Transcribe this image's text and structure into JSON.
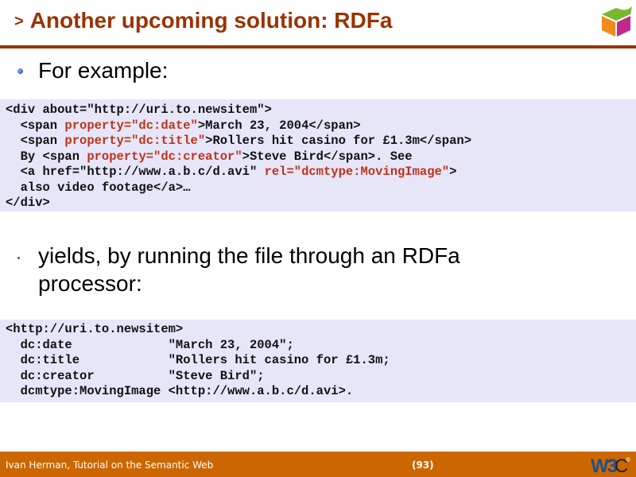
{
  "slide": {
    "title_marker": ">",
    "title": "Another upcoming solution: RDFa",
    "logo_icon": "colored-cube-logo",
    "colors": {
      "title": "#993300",
      "rule": "#993300",
      "code_bg": "#e6e6f8",
      "attr_highlight": "#c0321a",
      "footer_bg": "#cc6600",
      "footer_text": "#ffffff"
    }
  },
  "bullets": [
    {
      "text": "For example:"
    },
    {
      "line1": "yields, by running the file through an RDFa",
      "line2": "processor:"
    }
  ],
  "code_html": {
    "lines": [
      [
        {
          "t": "<div about=\"http://uri.to.newsitem\">",
          "hl": false
        }
      ],
      [
        {
          "t": "  <span ",
          "hl": false
        },
        {
          "t": "property=\"dc:date\"",
          "hl": true
        },
        {
          "t": ">March 23, 2004</span>",
          "hl": false
        }
      ],
      [
        {
          "t": "  <span ",
          "hl": false
        },
        {
          "t": "property=\"dc:title\"",
          "hl": true
        },
        {
          "t": ">Rollers hit casino for £1.3m</span>",
          "hl": false
        }
      ],
      [
        {
          "t": "  By <span ",
          "hl": false
        },
        {
          "t": "property=\"dc:creator\"",
          "hl": true
        },
        {
          "t": ">Steve Bird</span>. See",
          "hl": false
        }
      ],
      [
        {
          "t": "  <a href=\"http://www.a.b.c/d.avi\" ",
          "hl": false
        },
        {
          "t": "rel=\"dcmtype:MovingImage\"",
          "hl": true
        },
        {
          "t": ">",
          "hl": false
        }
      ],
      [
        {
          "t": "  also video footage</a>…",
          "hl": false
        }
      ],
      [
        {
          "t": "</div>",
          "hl": false
        }
      ]
    ]
  },
  "code_rdf": {
    "lines": [
      "<http://uri.to.newsitem>",
      "  dc:date             \"March 23, 2004\";",
      "  dc:title            \"Rollers hit casino for £1.3m;",
      "  dc:creator          \"Steve Bird\";",
      "  dcmtype:MovingImage <http://www.a.b.c/d.avi>."
    ]
  },
  "footer": {
    "author": "Ivan Herman, Tutorial on the Semantic Web",
    "page": "(93)",
    "logo_text": "W3C",
    "logo_sup": "®"
  }
}
